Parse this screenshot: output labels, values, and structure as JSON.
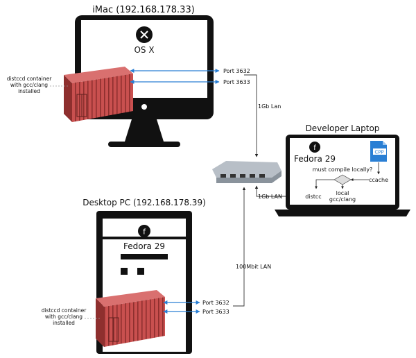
{
  "imac": {
    "title": "iMac (192.168.178.33)",
    "os_label": "OS X",
    "os_icon": "x-circle-icon",
    "container_label": [
      "distccd container",
      "with gcc/clang",
      "installed"
    ],
    "port_a": "Port 3632",
    "port_b": "Port 3633"
  },
  "links": {
    "imac_to_switch": "1Gb Lan",
    "laptop_to_switch": "1Gb LAN",
    "desktop_to_switch": "100Mbit LAN"
  },
  "laptop": {
    "title": "Developer Laptop",
    "os_label": "Fedora 29",
    "os_icon": "fedora-icon",
    "file_icon_label": "CPP",
    "decision_label": "must compile locally?",
    "ccache_label": "ccache",
    "distcc_label": "distcc",
    "local_label": [
      "local",
      "gcc/clang"
    ]
  },
  "desktop": {
    "title": "Desktop PC (192.168.178.39)",
    "os_label": "Fedora 29",
    "os_icon": "fedora-icon",
    "container_label": [
      "distccd container",
      "with gcc/clang",
      "installed"
    ],
    "port_a": "Port 3632",
    "port_b": "Port 3633"
  },
  "colors": {
    "container": "#c9504f",
    "container_dark": "#8e2f2e",
    "arrow": "#2a7fd4",
    "switch": "#9aa3ad",
    "file_icon": "#2a7fd4"
  }
}
